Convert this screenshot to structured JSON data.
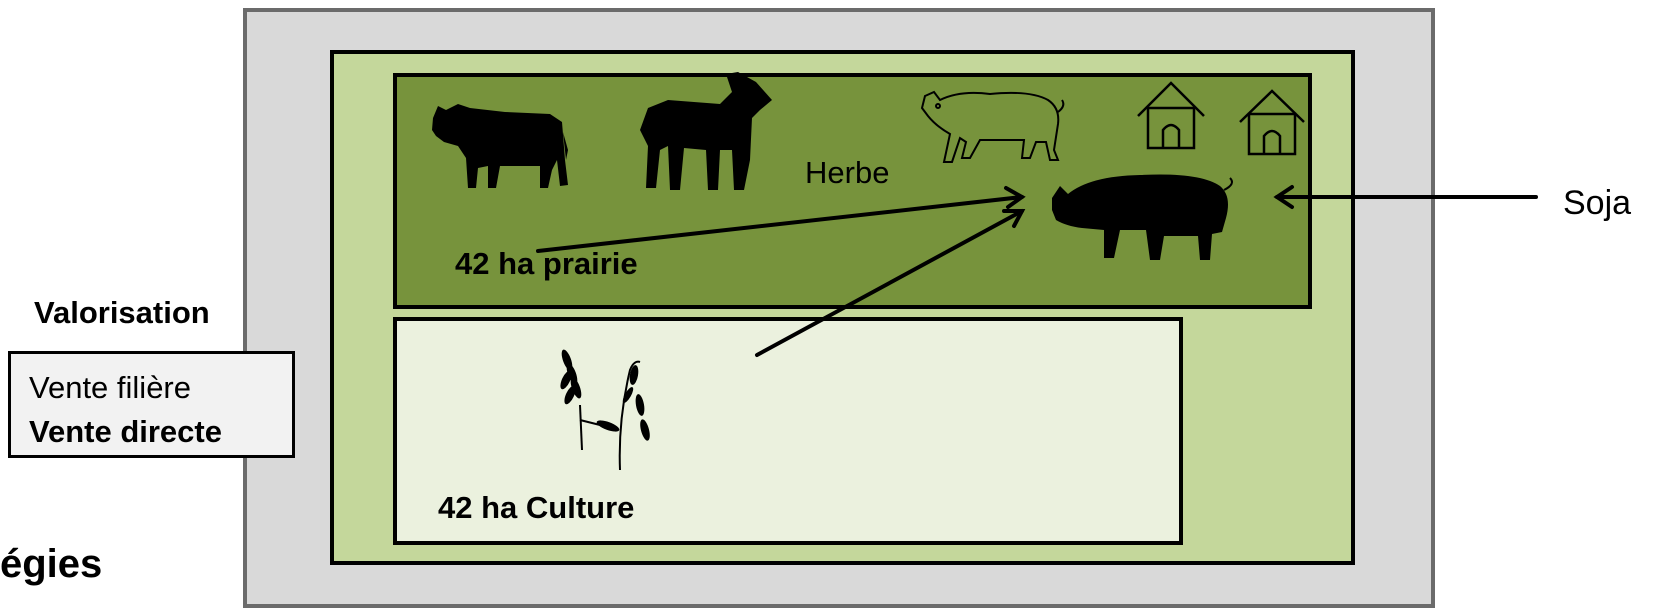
{
  "labels": {
    "herbe": "Herbe",
    "prairie": "42 ha prairie",
    "culture": "42 ha Culture",
    "soja": "Soja",
    "valorisation_title": "Valorisation",
    "strategies_partial": "égies"
  },
  "valorisation": {
    "line1": "Vente filière",
    "line2": "Vente directe"
  },
  "icons": [
    "cow-icon",
    "goat-icon",
    "pig-outline-icon",
    "house-icon",
    "house-icon",
    "pig-icon",
    "cereal-icon"
  ],
  "colors": {
    "outer_background": "#d9d9d9",
    "farm_background": "#c4d79b",
    "prairie_background": "#77933c",
    "culture_background": "#ebf1de"
  }
}
